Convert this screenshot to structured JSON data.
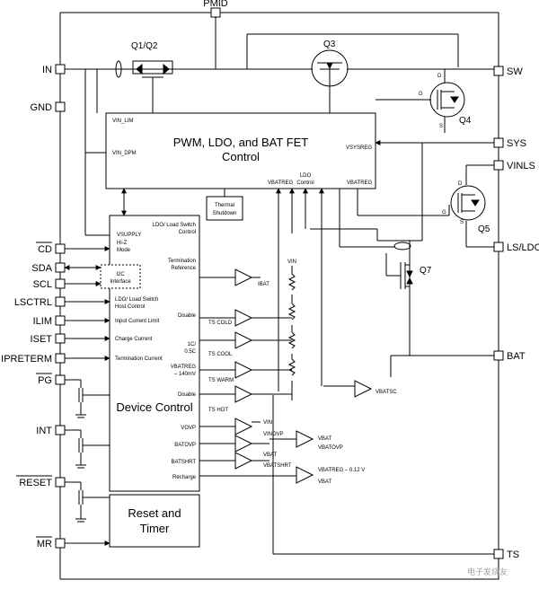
{
  "pins": {
    "pmid": "PMID",
    "in": "IN",
    "gnd": "GND",
    "cd": "CD",
    "sda": "SDA",
    "scl": "SCL",
    "lsctrl": "LSCTRL",
    "ilim": "ILIM",
    "iset": "ISET",
    "ipreterm": "IPRETERM",
    "pg": "PG",
    "int": "INT",
    "reset": "RESET",
    "mr": "MR",
    "sw": "SW",
    "sys": "SYS",
    "vinls": "VINLS",
    "ls_ldo": "LS/LDO",
    "bat": "BAT",
    "ts": "TS"
  },
  "transistors": {
    "q1q2": "Q1/Q2",
    "q3": "Q3",
    "q4": "Q4",
    "q5": "Q5",
    "q7": "Q7"
  },
  "pwm_block": {
    "title_line1": "PWM, LDO, and BAT FET",
    "title_line2": "Control",
    "v_in_lim": "VIN_LIM",
    "v_in_dpm": "VIN_DPM",
    "v_sysreg": "VSYSREG",
    "v_batreg": "VBATREG",
    "ldo_ctrl_1": "LDO",
    "ldo_ctrl_2": "Control",
    "v_batreg_r": "VBATREG"
  },
  "thermal": {
    "line1": "Thermal",
    "line2": "Shutdown"
  },
  "device_block": {
    "title": "Device Control",
    "vsupply": "VSUPPLY",
    "hiz_1": "Hi-Z",
    "hiz_2": "Mode",
    "i2c_1": "I2C",
    "i2c_2": "Interface",
    "ldo_switch_1": "LDO/ Load Switch",
    "ldo_switch_2": "Control",
    "term_ref_1": "Termination",
    "term_ref_2": "Reference",
    "host_1": "LDO/ Load Switch",
    "host_2": "Host Control",
    "input_limit": "Input Current Limit",
    "charge_current": "Charge Current",
    "term_current": "Termination Current",
    "disable_1": "Disable",
    "ts_cold": "TS COLD",
    "ts_cool": "TS COOL",
    "onec_1": "1C/",
    "onec_2": "0.5C",
    "vbatreg_1": "VBATREG",
    "vbatreg_2": "– 140mV",
    "ts_warm": "TS WARM",
    "disable_2": "Disable",
    "ts_hot": "TS HOT",
    "vovp": "VOVP",
    "batovp": "BATOVP",
    "batshrt": "BATSHRT",
    "recharge": "Recharge"
  },
  "comparators": {
    "ibat": "IBAT",
    "vin_plus": "VIN",
    "vin_top": "VIN",
    "vin_ovp": "VINOVP",
    "vbat_a": "VBAT",
    "vbat_ovp": "VBATOVP",
    "vbat_shrt": "VBATSHRT",
    "vbat_b": "VBAT",
    "vbatreg_012": "VBATREG – 0.12 V",
    "vbat_c": "VBAT",
    "vbatsc": "VBATSC"
  },
  "reset_block": {
    "line1": "Reset and",
    "line2": "Timer"
  },
  "fet_marks": {
    "g1": "G",
    "d1": "D",
    "s1": "S",
    "g2": "G",
    "d2": "D",
    "s2": "S"
  },
  "watermark": "电子发烧友"
}
